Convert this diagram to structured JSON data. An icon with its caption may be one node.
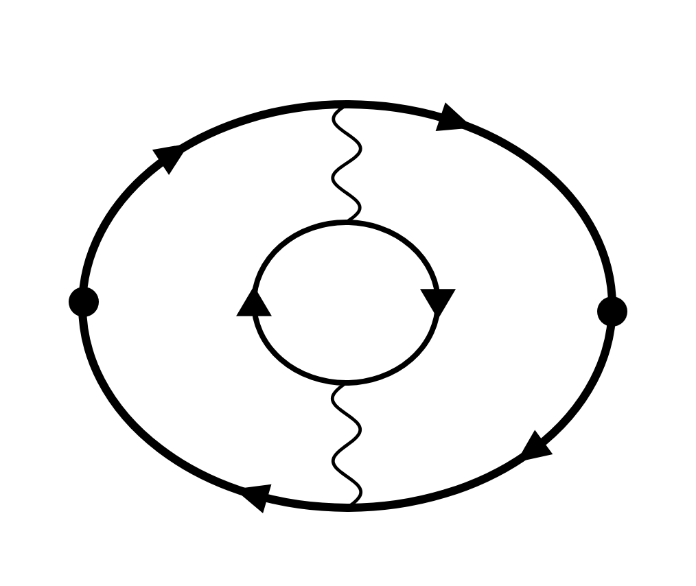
{
  "diagram": {
    "nodes": [
      {
        "text": [],
        "shape": "ellipse"
      },
      {
        "text": [],
        "shape": "dot"
      },
      {
        "text": [],
        "shape": "circle",
        "in": 0
      },
      {
        "text": [],
        "shape": "dot"
      }
    ],
    "edges": [
      {
        "from": 0,
        "to": 2,
        "arrow": "none"
      },
      {
        "from": 2,
        "to": 0,
        "arrow": "none"
      }
    ]
  }
}
